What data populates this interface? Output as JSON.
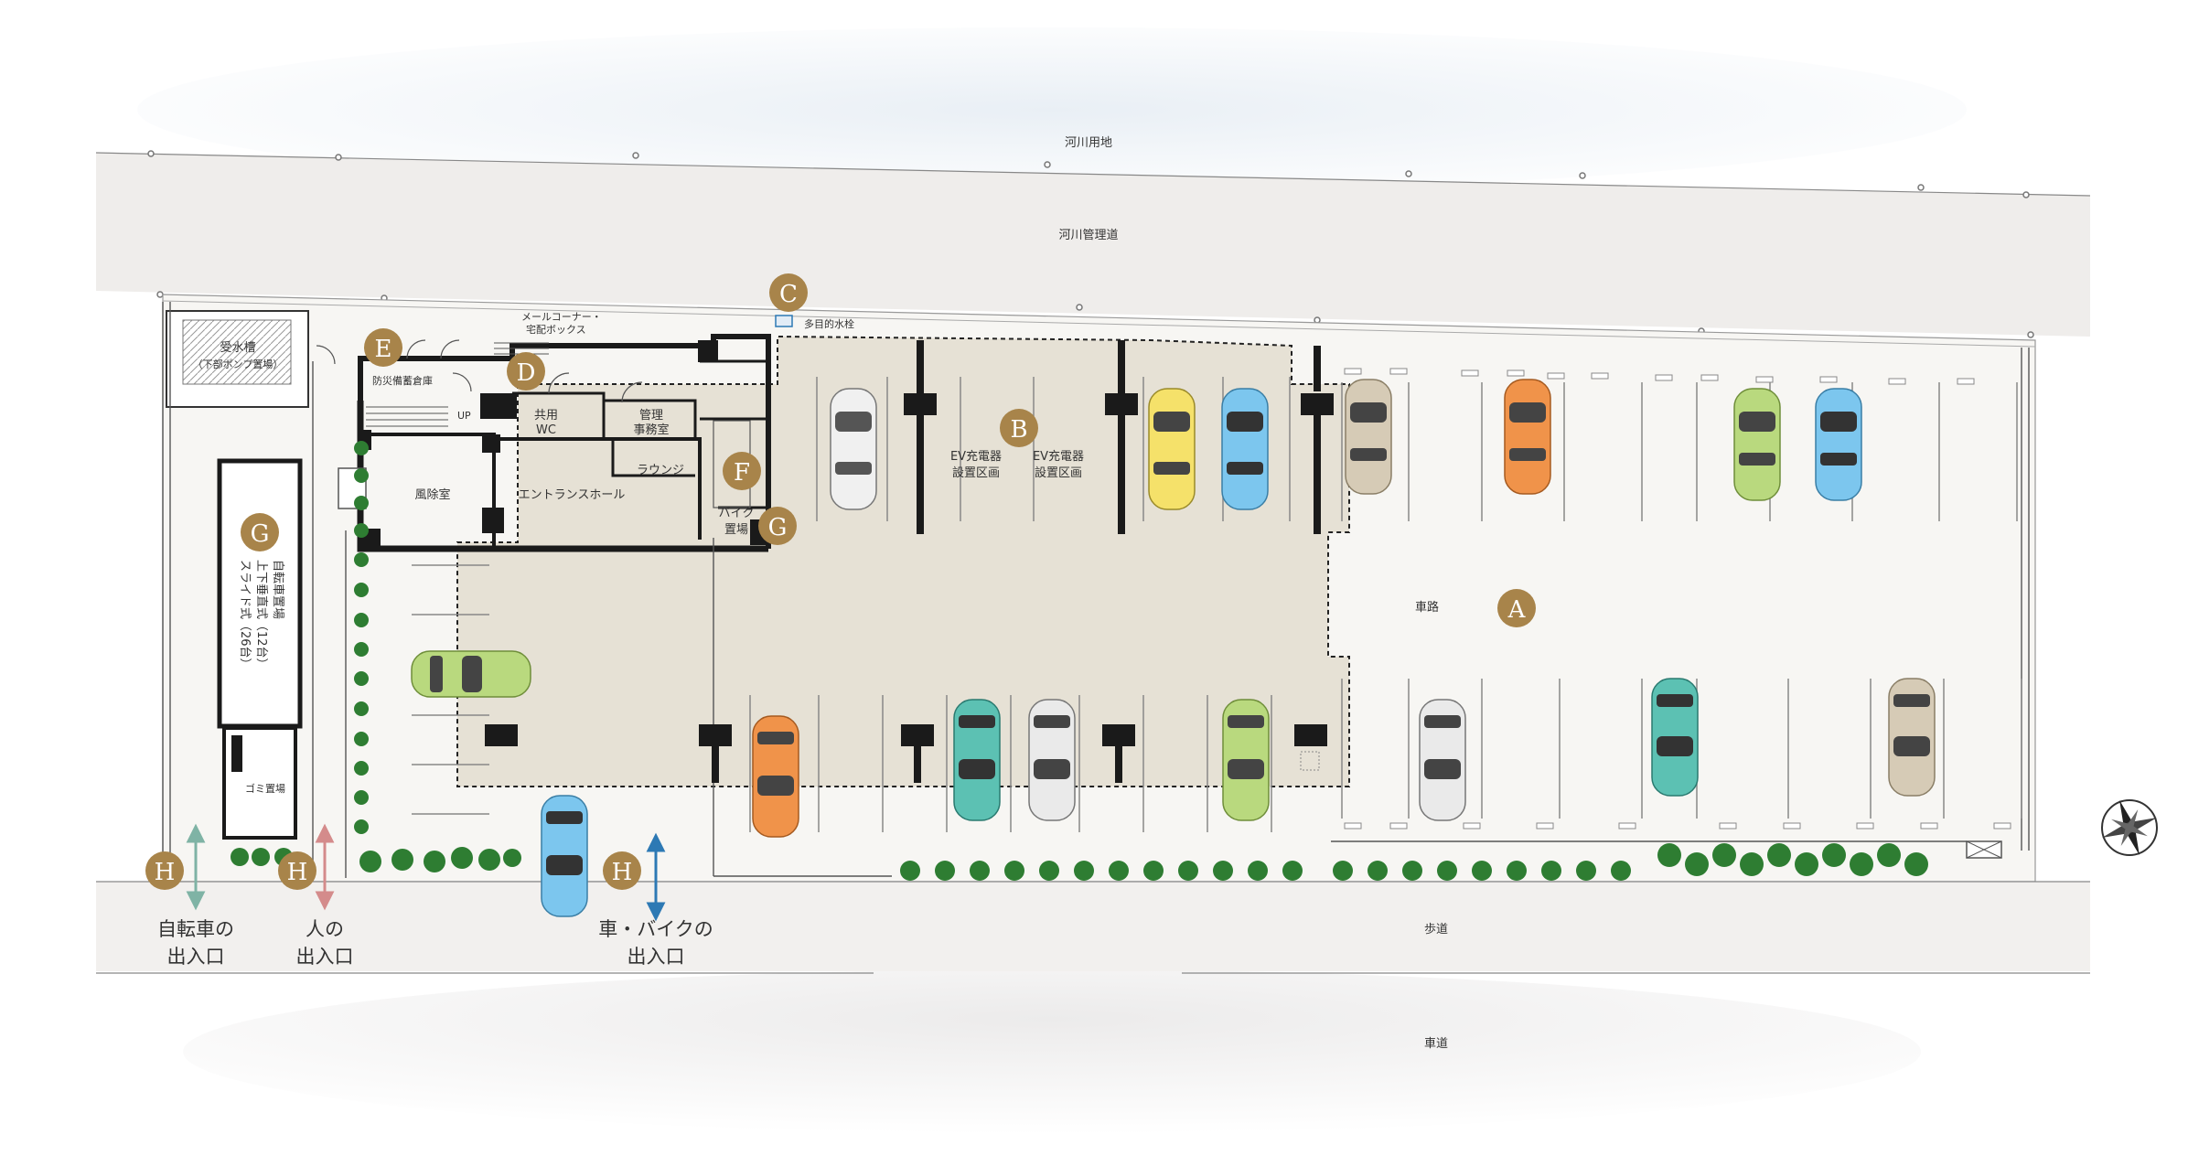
{
  "labels": {
    "kasen_yochi": "河川用地",
    "kasen_kanridou": "河川管理道",
    "hodou": "歩道",
    "shadou": "車道",
    "sharo": "車路",
    "tasuisen": "多目的水栓",
    "mail_corner": "メールコーナー・",
    "takuhai_box": "宅配ボックス",
    "bousai": "防災備蓄倉庫",
    "kyoyo": "共用",
    "wc": "WC",
    "kanri": "管理",
    "jimushitsu": "事務室",
    "lounge": "ラウンジ",
    "fujoshitsu": "風除室",
    "entrance": "エントランスホール",
    "bike1": "バイク",
    "bike2": "置場",
    "up": "UP",
    "jusuiso": "受水槽",
    "pump": "（下部ポンプ置場）",
    "gomi": "ゴミ置場",
    "ev1_a": "EV充電器",
    "ev1_b": "設置区画",
    "ev2_a": "EV充電器",
    "ev2_b": "設置区画",
    "cycle_lines": [
      "自転車置場",
      "上下垂直式（12台）",
      "スライド式（26台）"
    ],
    "entr_bike": [
      "自転車の",
      "出入口"
    ],
    "entr_person": [
      "人の",
      "出入口"
    ],
    "entr_car": [
      "車・バイクの",
      "出入口"
    ]
  },
  "badges": [
    "A",
    "B",
    "C",
    "D",
    "E",
    "F",
    "G",
    "G",
    "H",
    "H",
    "H"
  ],
  "colors": {
    "site_bg": "#f3f1ee",
    "parking_zone": "#e6e1d5",
    "badge": "#a8844a",
    "wall": "#1a1a1a",
    "hedge": "#2e7d32",
    "arrow_bike": "#7fb3a5",
    "arrow_person": "#d48b8b",
    "arrow_car": "#2d79b4"
  }
}
